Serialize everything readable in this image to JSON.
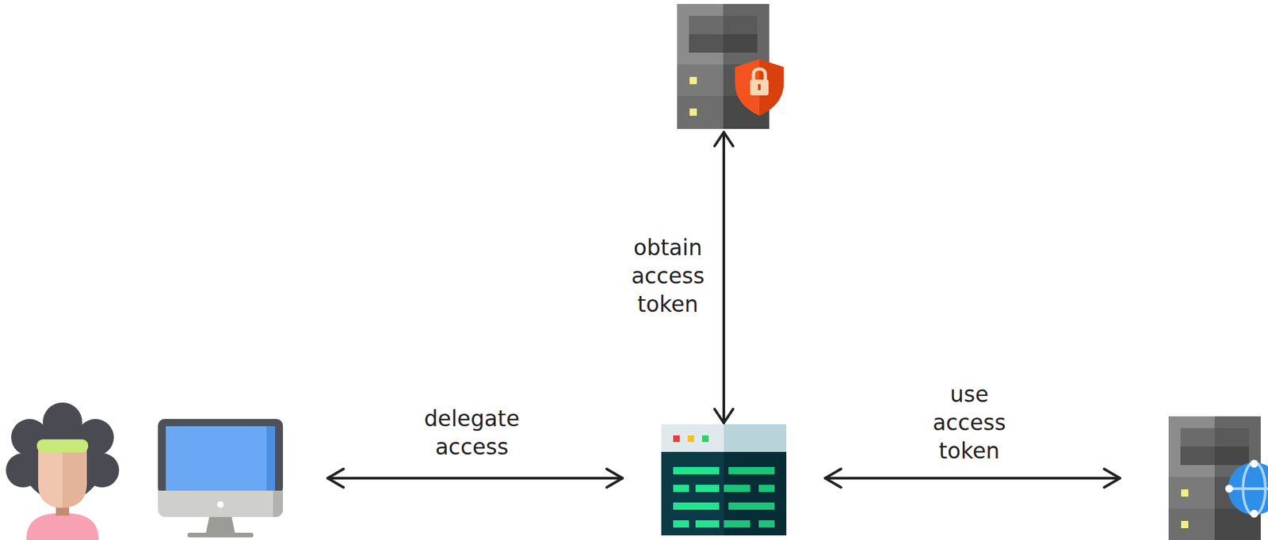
{
  "diagram": {
    "labels": [
      "obtain access token",
      "delegate access",
      "use access token"
    ]
  }
}
